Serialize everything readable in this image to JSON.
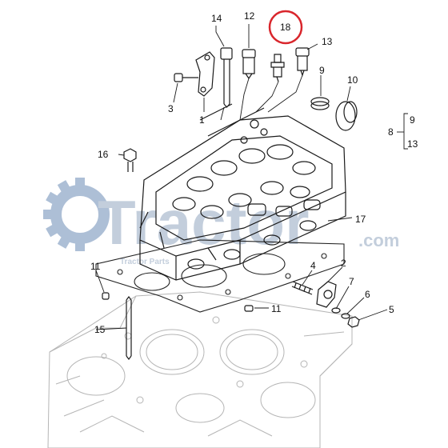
{
  "watermark": {
    "brand": "Tractor",
    "suffix": ".com",
    "tagline": "Tractor Parts",
    "color": "#b9c6d6",
    "gear_color": "#9fb4d0"
  },
  "highlight": {
    "part": "18",
    "color": "#d9262c"
  },
  "callouts": {
    "c14": "14",
    "c12": "12",
    "c18": "18",
    "c13a": "13",
    "c9": "9",
    "c10": "10",
    "c3": "3",
    "c1": "1",
    "c16": "16",
    "c17": "17",
    "c11a": "11",
    "c11b": "11",
    "c15": "15",
    "c4": "4",
    "c2": "2",
    "c7": "7",
    "c6": "6",
    "c5": "5",
    "group_8": "8",
    "group_9": "9",
    "group_13": "13"
  }
}
